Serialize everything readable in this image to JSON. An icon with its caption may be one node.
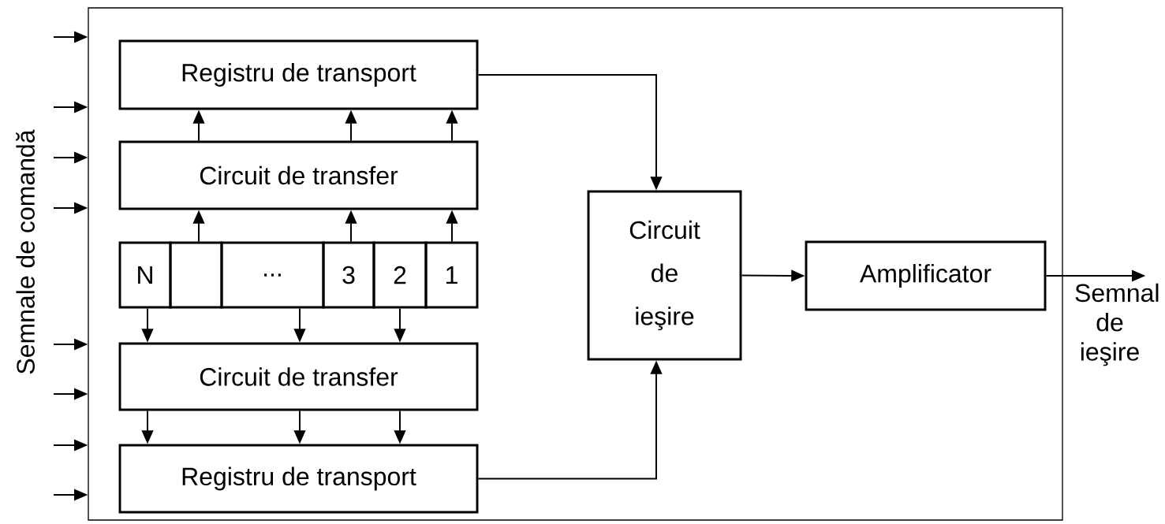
{
  "diagram": {
    "nodes": [
      {
        "text": [],
        "shape": "box"
      },
      {
        "text": [
          "Registru de transport"
        ],
        "in": 0
      },
      {
        "text": [
          "Circuit de transfer"
        ],
        "in": 0
      },
      {
        "text": [
          "N"
        ],
        "in": 0
      },
      {
        "text": [],
        "shape": "box",
        "in": 0
      },
      {
        "text": [
          "..."
        ],
        "in": 0
      },
      {
        "text": [
          "3"
        ],
        "in": 0
      },
      {
        "text": [
          "2"
        ],
        "in": 0
      },
      {
        "text": [
          "1"
        ],
        "in": 0
      },
      {
        "text": [
          "Circuit de transfer"
        ],
        "in": 0
      },
      {
        "text": [
          "Registru de transport"
        ],
        "in": 0
      },
      {
        "text": [
          "Circuit de ieşire"
        ],
        "in": 0
      },
      {
        "text": [
          "Amplificator"
        ],
        "in": 0
      },
      {
        "text": [
          "Semnal de ieşire"
        ]
      }
    ],
    "edges": [
      {
        "from": null,
        "to": 0,
        "arrow": "to"
      },
      {
        "from": null,
        "to": 0,
        "arrow": "to"
      },
      {
        "from": null,
        "to": 0,
        "arrow": "to"
      },
      {
        "from": null,
        "to": 0,
        "arrow": "to"
      },
      {
        "from": null,
        "to": 0,
        "arrow": "to"
      },
      {
        "from": null,
        "to": 0,
        "arrow": "to"
      },
      {
        "from": null,
        "to": 0,
        "arrow": "to"
      },
      {
        "from": null,
        "to": 0,
        "arrow": "to"
      },
      {
        "from": 4,
        "to": 2,
        "arrow": "to"
      },
      {
        "from": 6,
        "to": 2,
        "arrow": "to"
      },
      {
        "from": 8,
        "to": 2,
        "arrow": "to"
      },
      {
        "from": 2,
        "to": 1,
        "arrow": "to"
      },
      {
        "from": 2,
        "to": 1,
        "arrow": "to"
      },
      {
        "from": 2,
        "to": 1,
        "arrow": "to"
      },
      {
        "from": 3,
        "to": 9,
        "arrow": "to"
      },
      {
        "from": 5,
        "to": 9,
        "arrow": "to"
      },
      {
        "from": 7,
        "to": 9,
        "arrow": "to"
      },
      {
        "from": 9,
        "to": 10,
        "arrow": "to"
      },
      {
        "from": 9,
        "to": 10,
        "arrow": "to"
      },
      {
        "from": 9,
        "to": 10,
        "arrow": "to"
      },
      {
        "from": 1,
        "to": 11,
        "arrow": "to"
      },
      {
        "from": 10,
        "to": 11,
        "arrow": "to"
      },
      {
        "from": 11,
        "to": 12,
        "arrow": "to"
      },
      {
        "from": 12,
        "to": 13,
        "arrow": "to"
      }
    ],
    "labels": [
      "Semnale de comandă"
    ]
  }
}
